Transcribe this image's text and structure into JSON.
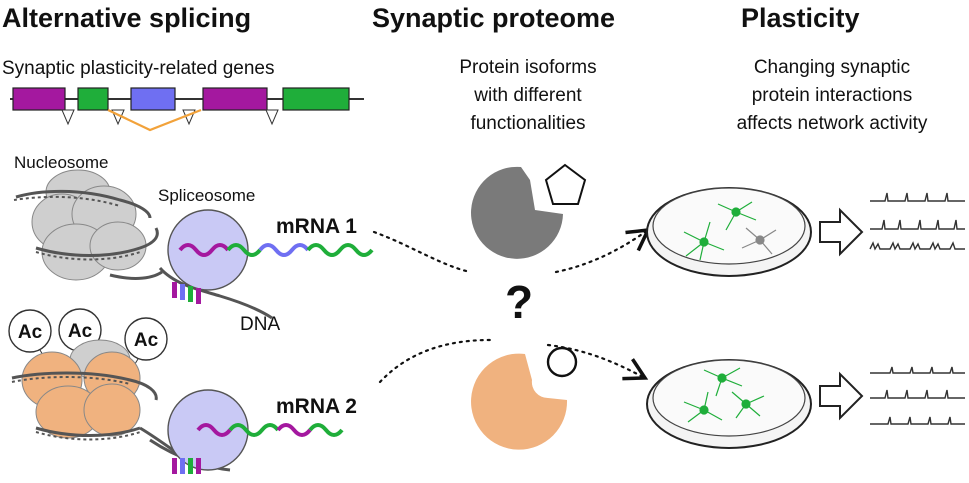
{
  "headings": {
    "left": "Alternative splicing",
    "middle": "Synaptic proteome",
    "right": "Plasticity"
  },
  "subtitles": {
    "left": "Synaptic plasticity-related genes",
    "middle": [
      "Protein isoforms",
      "with different",
      "functionalities"
    ],
    "right": [
      "Changing synaptic",
      "protein interactions",
      "affects network activity"
    ]
  },
  "labels": {
    "nucleosome": "Nucleosome",
    "spliceosome": "Spliceosome",
    "dna": "DNA",
    "mrna1": "mRNA 1",
    "mrna2": "mRNA 2",
    "acetyl": "Ac",
    "question": "?"
  },
  "colors": {
    "exon_purple": "#a4189f",
    "exon_green": "#1fae3a",
    "exon_blue": "#6f6ff2",
    "splice_orange": "#f2a23a",
    "spliceosome_fill": "#c9c9f5",
    "nucleosome_gray": "#cfcfcf",
    "nucleosome_orange": "#f0b27f",
    "protein_gray": "#7a7a7a",
    "protein_orange": "#f0b27f",
    "neuron_green": "#1fae3a"
  }
}
